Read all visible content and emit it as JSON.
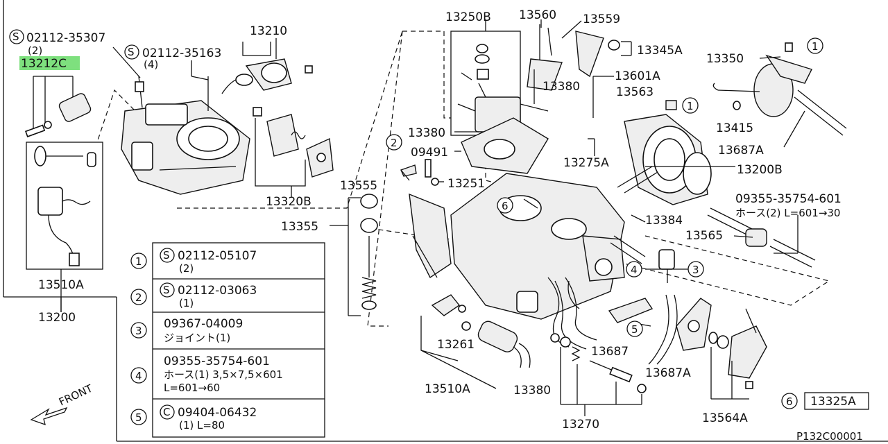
{
  "diagram": {
    "code": "P132C00001",
    "front_label": "FRONT",
    "highlight_color": "#7ee07e",
    "callouts": [
      {
        "id": "c-02112-35307",
        "text": "02112-35307",
        "qty": "(2)",
        "prefix": "S"
      },
      {
        "id": "c-13212c",
        "text": "13212C",
        "highlight": true
      },
      {
        "id": "c-13210",
        "text": "13210"
      },
      {
        "id": "c-02112-35163",
        "text": "02112-35163",
        "qty": "(4)",
        "prefix": "S"
      },
      {
        "id": "c-13250b",
        "text": "13250B"
      },
      {
        "id": "c-13560",
        "text": "13560"
      },
      {
        "id": "c-13559",
        "text": "13559"
      },
      {
        "id": "c-13345a",
        "text": "13345A"
      },
      {
        "id": "c-13350",
        "text": "13350"
      },
      {
        "id": "c-13601a",
        "text": "13601A"
      },
      {
        "id": "c-13563",
        "text": "13563"
      },
      {
        "id": "c-13380-top",
        "text": "13380"
      },
      {
        "id": "c-13415",
        "text": "13415"
      },
      {
        "id": "c-13687a-top",
        "text": "13687A"
      },
      {
        "id": "c-13380-mid",
        "text": "13380"
      },
      {
        "id": "c-09491",
        "text": "09491"
      },
      {
        "id": "c-13275a",
        "text": "13275A"
      },
      {
        "id": "c-13200b",
        "text": "13200B"
      },
      {
        "id": "c-13555",
        "text": "13555"
      },
      {
        "id": "c-13251",
        "text": "13251"
      },
      {
        "id": "c-13320b",
        "text": "13320B"
      },
      {
        "id": "c-09355-hose",
        "text": "09355-35754-601",
        "sub": "ホース(2) L=601→30"
      },
      {
        "id": "c-13384",
        "text": "13384"
      },
      {
        "id": "c-13355",
        "text": "13355"
      },
      {
        "id": "c-13565",
        "text": "13565"
      },
      {
        "id": "c-13510a-left",
        "text": "13510A"
      },
      {
        "id": "c-13200",
        "text": "13200"
      },
      {
        "id": "c-13261",
        "text": "13261"
      },
      {
        "id": "c-13687-bot",
        "text": "13687"
      },
      {
        "id": "c-13687a-bot",
        "text": "13687A"
      },
      {
        "id": "c-13510a-bot",
        "text": "13510A"
      },
      {
        "id": "c-13380-bot",
        "text": "13380"
      },
      {
        "id": "c-13564a",
        "text": "13564A"
      },
      {
        "id": "c-13325a",
        "text": "13325A"
      },
      {
        "id": "c-13270",
        "text": "13270"
      }
    ],
    "legend": [
      {
        "no": "1",
        "prefix": "S",
        "code": "02112-05107",
        "detail": "(2)"
      },
      {
        "no": "2",
        "prefix": "S",
        "code": "02112-03063",
        "detail": "(1)"
      },
      {
        "no": "3",
        "prefix": "",
        "code": "09367-04009",
        "detail": "ジョイント(1)"
      },
      {
        "no": "4",
        "prefix": "",
        "code": "09355-35754-601",
        "detail": "ホース(1) 3,5×7,5×601",
        "detail2": "L=601→60"
      },
      {
        "no": "5",
        "prefix": "C",
        "code": "09404-06432",
        "detail": "(1) L=80"
      }
    ],
    "ref_numbers": {
      "r1a": "1",
      "r1b": "1",
      "r2": "2",
      "r3": "3",
      "r4": "4",
      "r5": "5",
      "r6a": "6",
      "r6b": "6"
    }
  }
}
